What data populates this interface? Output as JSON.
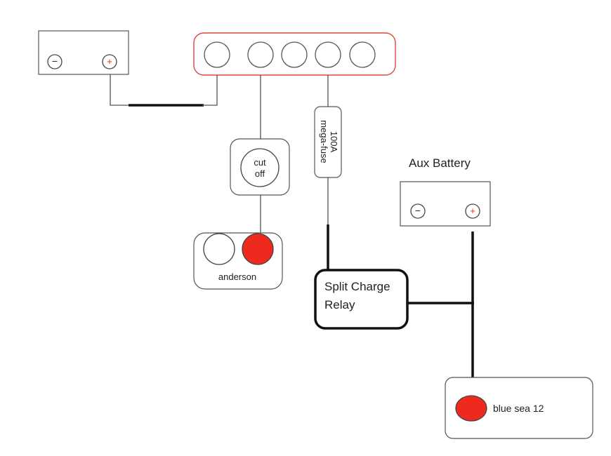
{
  "main_battery": {
    "neg_symbol": "−",
    "pos_symbol": "+"
  },
  "aux_battery": {
    "title": "Aux Battery",
    "neg_symbol": "−",
    "pos_symbol": "+"
  },
  "busbar": {
    "post_count": 5
  },
  "mega_fuse": {
    "line1": "100A",
    "line2": "mega-fuse"
  },
  "cut_off": {
    "line1": "cut",
    "line2": "off"
  },
  "anderson": {
    "label": "anderson"
  },
  "relay": {
    "line1": "Split Charge",
    "line2": "Relay"
  },
  "blue_sea": {
    "label": "blue sea 12"
  },
  "colors": {
    "red_terminal": "#ee2a1e",
    "busbar_outline": "#d94a3f",
    "wire_dark": "#111111",
    "wire_grey": "#555555"
  }
}
